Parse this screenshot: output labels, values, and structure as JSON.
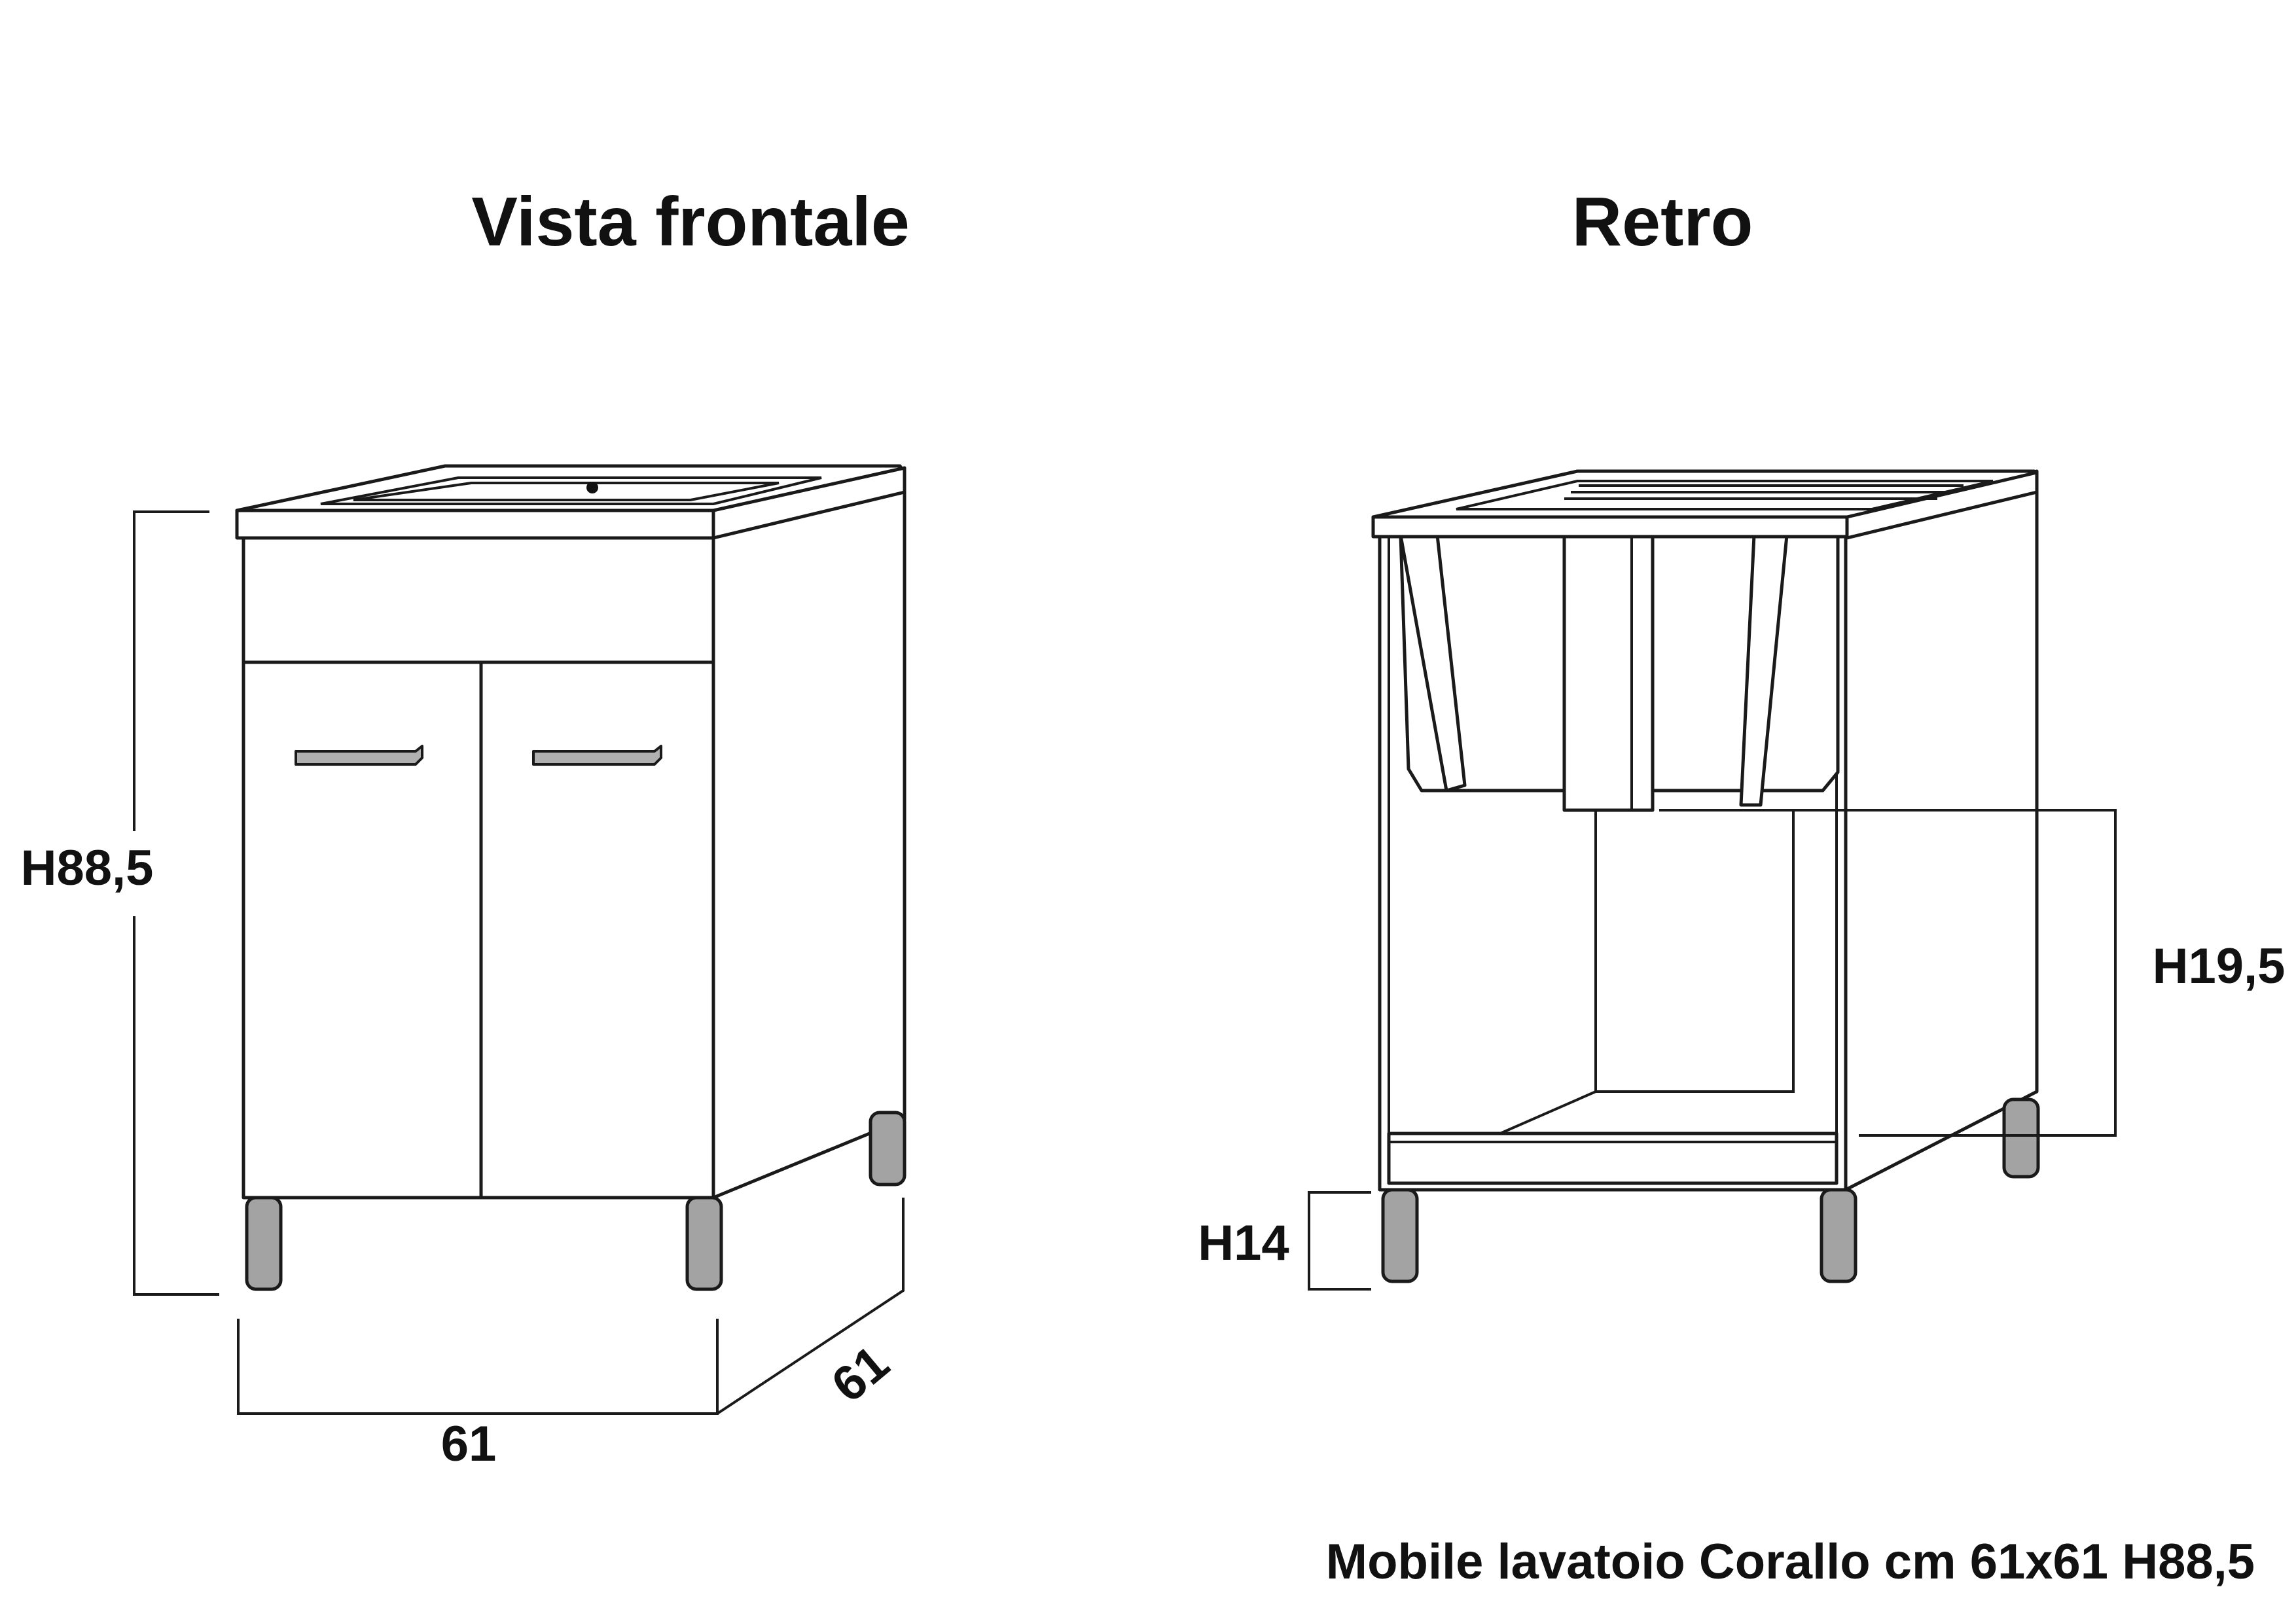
{
  "views": {
    "front_title": "Vista frontale",
    "back_title": "Retro"
  },
  "dimensions": {
    "front_height": "H88,5",
    "front_width": "61",
    "front_depth": "61",
    "back_shelf_height": "H19,5",
    "back_leg_height": "H14"
  },
  "caption": "Mobile lavatoio Corallo cm 61x61 H88,5"
}
